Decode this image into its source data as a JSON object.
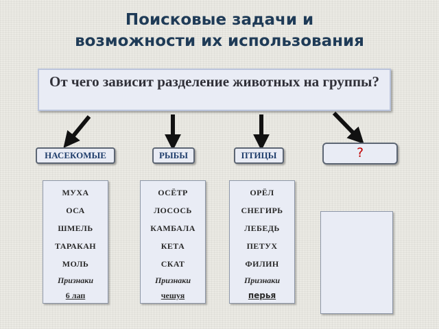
{
  "slide": {
    "title_line1": "Поисковые задачи и",
    "title_line2": "возможности их использования",
    "question": "От чего зависит разделение животных на группы?"
  },
  "groups": [
    {
      "label": "НАСЕКОМЫЕ",
      "items": [
        "МУХА",
        "ОСА",
        "ШМЕЛЬ",
        "ТАРАКАН",
        "МОЛЬ"
      ],
      "signs_label": "Признаки",
      "feature": "6 лап"
    },
    {
      "label": "РЫБЫ",
      "items": [
        "ОСЁТР",
        "ЛОСОСЬ",
        "КАМБАЛА",
        "КЕТА",
        "СКАТ"
      ],
      "signs_label": "Признаки",
      "feature": "чешуя"
    },
    {
      "label": "ПТИЦЫ",
      "items": [
        "ОРЁЛ",
        "СНЕГИРЬ",
        "ЛЕБЕДЬ",
        "ПЕТУХ",
        "ФИЛИН"
      ],
      "signs_label": "Признаки",
      "feature": "перья"
    }
  ],
  "unknown_group": {
    "label": "?"
  },
  "colors": {
    "title": "#1f3b57",
    "label_text": "#1f3d6b",
    "question_mark": "#c00000",
    "box_fill": "#e9ecf5"
  }
}
